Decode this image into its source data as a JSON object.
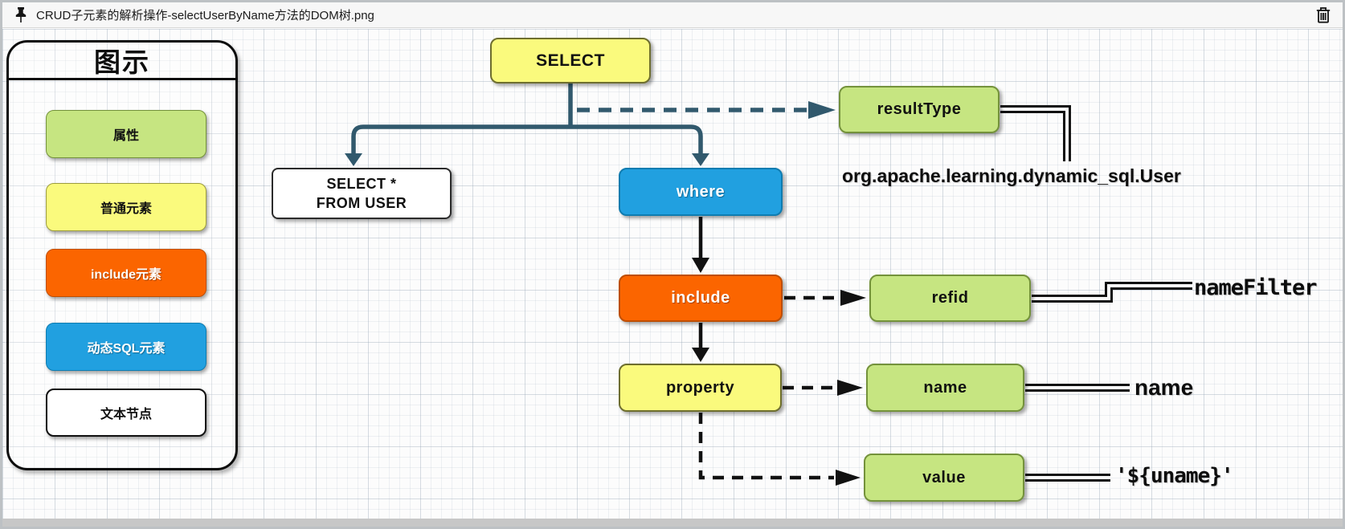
{
  "window": {
    "title": "CRUD子元素的解析操作-selectUserByName方法的DOM树.png"
  },
  "legend": {
    "title": "图示",
    "items": [
      {
        "label": "属性",
        "color": "#c6e581"
      },
      {
        "label": "普通元素",
        "color": "#fafa7d"
      },
      {
        "label": "include元素",
        "color": "#fb6500"
      },
      {
        "label": "动态SQL元素",
        "color": "#21a0e0"
      },
      {
        "label": "文本节点",
        "color": "#ffffff"
      }
    ]
  },
  "diagram": {
    "nodes": {
      "select": "SELECT",
      "sql_line1": "SELECT *",
      "sql_line2": "FROM USER",
      "where": "where",
      "result_type": "resultType",
      "include": "include",
      "refid": "refid",
      "property": "property",
      "name": "name",
      "value": "value"
    },
    "annotations": {
      "result_type_value": "org.apache.learning.dynamic_sql.User",
      "refid_value": "nameFilter",
      "name_value": "name",
      "value_value": "'${uname}'"
    },
    "colors": {
      "attribute_green": "#c6e581",
      "normal_yellow": "#fafa7d",
      "include_orange": "#fb6500",
      "dynamic_blue": "#21a0e0",
      "tree_line_teal": "#31596d",
      "arrow_black": "#111111"
    }
  }
}
